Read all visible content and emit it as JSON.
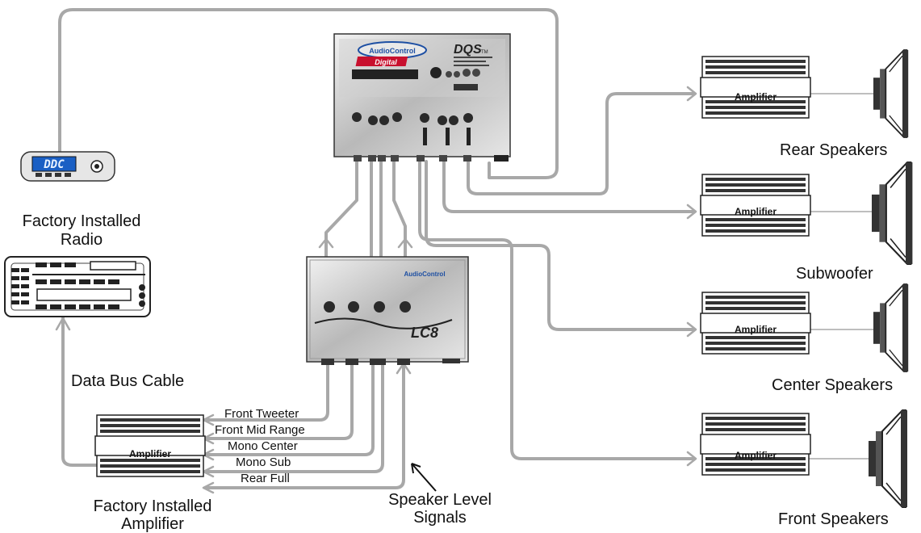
{
  "colors": {
    "cable": "#a8a8a8",
    "device_dark": "#555555",
    "device_light": "#d8d8d8",
    "ddc_screen": "#1a5fc4",
    "dqs_red": "#c8102e",
    "ac_blue": "#1d4fa3"
  },
  "dqs": {
    "brand": "AudioControl",
    "badge": "Digital",
    "model": "DQS",
    "model_suffix": "TM"
  },
  "lc8": {
    "brand": "AudioControl",
    "model": "LC8"
  },
  "ddc": {
    "screen": "DDC"
  },
  "labels": {
    "factory_radio_line1": "Factory Installed",
    "factory_radio_line2": "Radio",
    "data_bus": "Data Bus Cable",
    "factory_amp_line1": "Factory Installed",
    "factory_amp_line2": "Amplifier",
    "speaker_level_line1": "Speaker Level",
    "speaker_level_line2": "Signals",
    "rear_speakers": "Rear Speakers",
    "subwoofer": "Subwoofer",
    "center_speakers": "Center Speakers",
    "front_speakers": "Front Speakers"
  },
  "amplifier_label": "Amplifier",
  "signals": [
    "Front Tweeter",
    "Front Mid Range",
    "Mono Center",
    "Mono Sub",
    "Rear Full"
  ]
}
